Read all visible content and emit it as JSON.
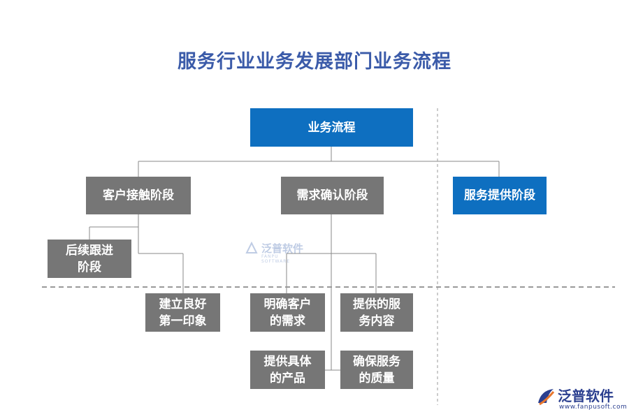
{
  "title": "服务行业业务发展部门业务流程",
  "colors": {
    "title": "#3b5ba9",
    "primary": "#0e6fc0",
    "secondary": "#767676",
    "connector": "#8a8a8a",
    "divider": "#999999"
  },
  "nodes": {
    "root": "业务流程",
    "stage_contact": "客户接触阶段",
    "stage_confirm": "需求确认阶段",
    "stage_service": "服务提供阶段",
    "followup": "后续跟进阶段",
    "impression": "建立良好第一印象",
    "clarify": "明确客户的需求",
    "content": "提供的服务内容",
    "product": "提供具体的产品",
    "quality": "确保服务的质量"
  },
  "watermark": {
    "text": "泛普软件",
    "sub": "FANPU SOFTWARE"
  },
  "logo": {
    "text": "泛普软件",
    "url": "www.fanpusoft.com",
    "icon": "fanpu-logo-icon"
  }
}
